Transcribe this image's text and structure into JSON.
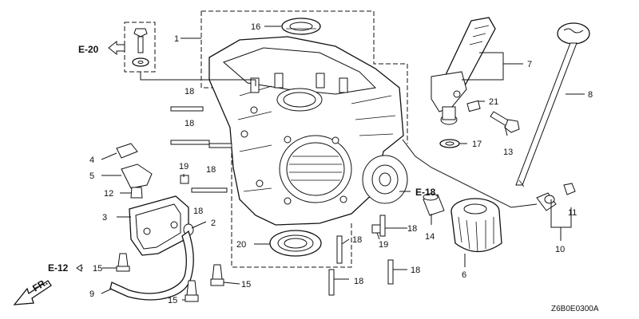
{
  "diagram": {
    "drawing_code": "Z6B0E0300A",
    "references": {
      "e20": "E-20",
      "e18": "E-18",
      "e12": "E-12",
      "fr": "FR."
    },
    "part_labels": {
      "p1": "1",
      "p2": "2",
      "p3": "3",
      "p4": "4",
      "p5": "5",
      "p6": "6",
      "p7": "7",
      "p8": "8",
      "p9": "9",
      "p10": "10",
      "p11": "11",
      "p12": "12",
      "p13": "13",
      "p14": "14",
      "p15a": "15",
      "p15b": "15",
      "p15c": "15",
      "p16": "16",
      "p17": "17",
      "p18a": "18",
      "p18b": "18",
      "p18c": "18",
      "p18d": "18",
      "p18e": "18",
      "p18f": "18",
      "p18g": "18",
      "p18h": "18",
      "p19a": "19",
      "p19b": "19",
      "p20": "20",
      "p21": "21"
    }
  }
}
